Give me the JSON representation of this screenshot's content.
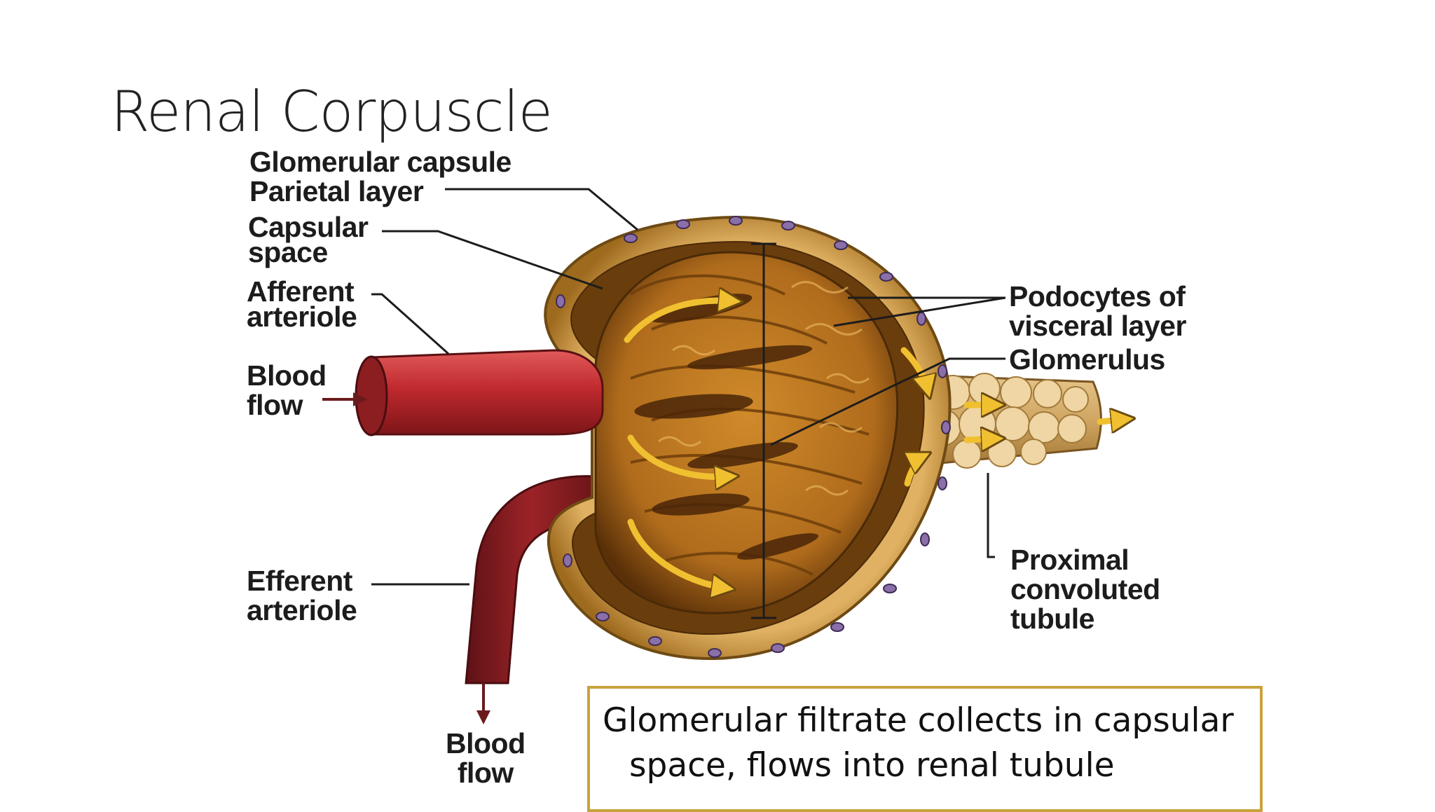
{
  "slide": {
    "title": "Renal Corpuscle",
    "callout_line1": "Glomerular filtrate collects in capsular",
    "callout_line2": "space, flows into renal tubule",
    "border_color": "#c9a23c"
  },
  "labels": {
    "glomerular_capsule": "Glomerular capsule",
    "parietal_layer": "Parietal layer",
    "capsular_space_1": "Capsular",
    "capsular_space_2": "space",
    "afferent_1": "Afferent",
    "afferent_2": "arteriole",
    "blood_flow_in_1": "Blood",
    "blood_flow_in_2": "flow",
    "efferent_1": "Efferent",
    "efferent_2": "arteriole",
    "blood_flow_out_1": "Blood",
    "blood_flow_out_2": "flow",
    "podocytes_1": "Podocytes of",
    "podocytes_2": "visceral layer",
    "glomerulus": "Glomerulus",
    "proximal_1": "Proximal",
    "proximal_2": "convoluted",
    "proximal_3": "tubule"
  },
  "colors": {
    "artery": "#b3262b",
    "capsule": "#c9902c",
    "glomerulus": "#b8741e",
    "leader": "#1c1c1c"
  }
}
